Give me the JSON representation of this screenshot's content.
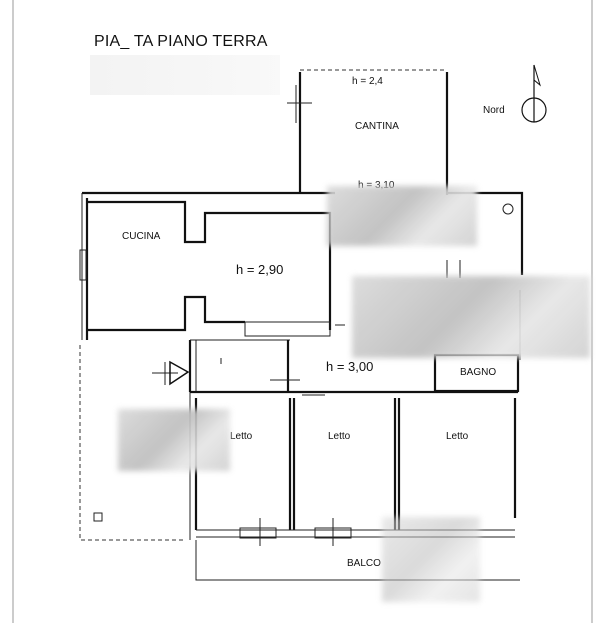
{
  "title": "PIA_ TA PIANO TERRA",
  "north_label": "Nord",
  "rooms": {
    "cantina": "CANTINA",
    "cantina_height": "h = 2,4",
    "cantina_height2": "h = 3,10",
    "cucina": "CUCINA",
    "cucina_height": "h = 2,90",
    "corridor_height": "h = 3,00",
    "bagno": "BAGNO",
    "letto1": "Letto",
    "letto2": "Letto",
    "letto3": "Letto",
    "balcony": "BALCO"
  }
}
